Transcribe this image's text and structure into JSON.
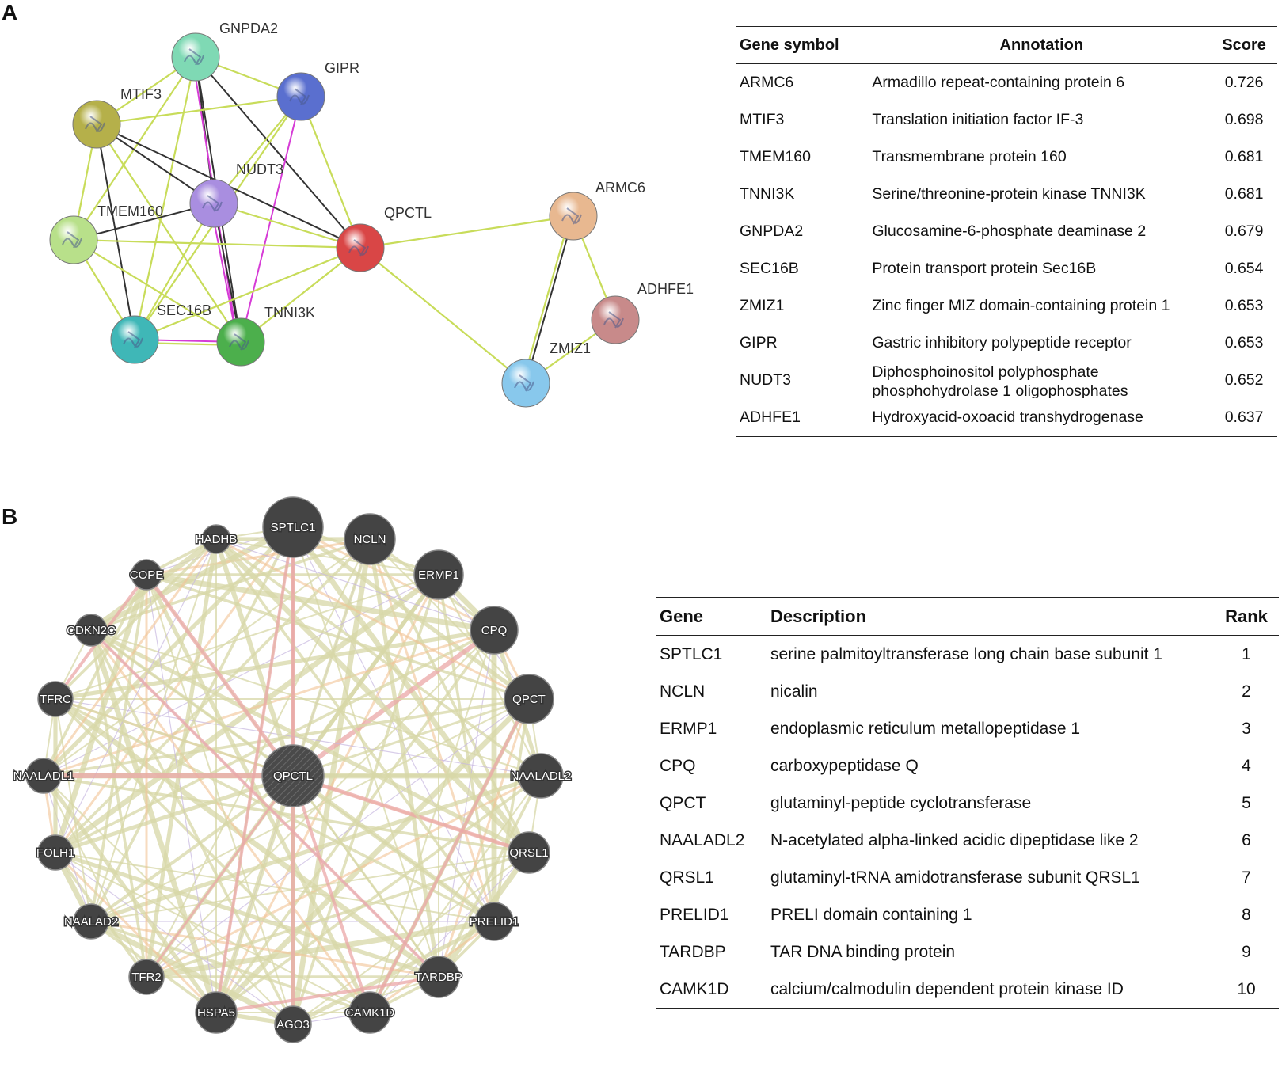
{
  "panel_a": {
    "label": "A",
    "nodes": [
      {
        "id": "GNPDA2",
        "label": "GNPDA2",
        "color": "#7fd9b4"
      },
      {
        "id": "GIPR",
        "label": "GIPR",
        "color": "#5a6fcf"
      },
      {
        "id": "MTIF3",
        "label": "MTIF3",
        "color": "#b5b04a"
      },
      {
        "id": "NUDT3",
        "label": "NUDT3",
        "color": "#a98ee0"
      },
      {
        "id": "TMEM160",
        "label": "TMEM160",
        "color": "#b8e08a"
      },
      {
        "id": "QPCTL",
        "label": "QPCTL",
        "color": "#d94646"
      },
      {
        "id": "SEC16B",
        "label": "SEC16B",
        "color": "#3fb7b7"
      },
      {
        "id": "TNNI3K",
        "label": "TNNI3K",
        "color": "#4caf4c"
      },
      {
        "id": "ARMC6",
        "label": "ARMC6",
        "color": "#e8b890"
      },
      {
        "id": "ADHFE1",
        "label": "ADHFE1",
        "color": "#c88a8a"
      },
      {
        "id": "ZMIZ1",
        "label": "ZMIZ1",
        "color": "#88c8ec"
      }
    ],
    "table": {
      "headers": [
        "Gene symbol",
        "Annotation",
        "Score"
      ],
      "rows": [
        {
          "gene": "ARMC6",
          "annotation": "Armadillo repeat-containing protein 6",
          "score": "0.726"
        },
        {
          "gene": "MTIF3",
          "annotation": "Translation initiation factor IF-3",
          "score": "0.698"
        },
        {
          "gene": "TMEM160",
          "annotation": "Transmembrane protein 160",
          "score": "0.681"
        },
        {
          "gene": "TNNI3K",
          "annotation": "Serine/threonine-protein kinase TNNI3K",
          "score": "0.681"
        },
        {
          "gene": "GNPDA2",
          "annotation": "Glucosamine-6-phosphate deaminase 2",
          "score": "0.679"
        },
        {
          "gene": "SEC16B",
          "annotation": "Protein transport protein Sec16B",
          "score": "0.654"
        },
        {
          "gene": "ZMIZ1",
          "annotation": "Zinc finger MIZ domain-containing protein 1",
          "score": "0.653"
        },
        {
          "gene": "GIPR",
          "annotation": "Gastric inhibitory polypeptide receptor",
          "score": "0.653"
        },
        {
          "gene": "NUDT3",
          "annotation": "Diphosphoinositol polyphosphate phosphohydrolase 1 oligophosphates",
          "score": "0.652"
        },
        {
          "gene": "ADHFE1",
          "annotation": "Hydroxyacid-oxoacid transhydrogenase",
          "score": "0.637"
        }
      ]
    }
  },
  "panel_b": {
    "label": "B",
    "center_node": "QPCTL",
    "nodes": [
      "SPTLC1",
      "NCLN",
      "ERMP1",
      "CPQ",
      "QPCT",
      "NAALADL2",
      "QRSL1",
      "PRELID1",
      "TARDBP",
      "CAMK1D",
      "AGO3",
      "HSPA5",
      "TFR2",
      "NAALAD2",
      "FOLH1",
      "NAALADL1",
      "TFRC",
      "CDKN2C",
      "COPE",
      "HADHB"
    ],
    "table": {
      "headers": [
        "Gene",
        "Description",
        "Rank"
      ],
      "rows": [
        {
          "gene": "SPTLC1",
          "description": "serine palmitoyltransferase long chain base subunit 1",
          "rank": "1"
        },
        {
          "gene": "NCLN",
          "description": "nicalin",
          "rank": "2"
        },
        {
          "gene": "ERMP1",
          "description": "endoplasmic reticulum metallopeptidase 1",
          "rank": "3"
        },
        {
          "gene": "CPQ",
          "description": "carboxypeptidase Q",
          "rank": "4"
        },
        {
          "gene": "QPCT",
          "description": "glutaminyl-peptide cyclotransferase",
          "rank": "5"
        },
        {
          "gene": "NAALADL2",
          "description": "N-acetylated alpha-linked acidic dipeptidase like 2",
          "rank": "6"
        },
        {
          "gene": "QRSL1",
          "description": "glutaminyl-tRNA amidotransferase subunit QRSL1",
          "rank": "7"
        },
        {
          "gene": "PRELID1",
          "description": "PRELI domain containing 1",
          "rank": "8"
        },
        {
          "gene": "TARDBP",
          "description": "TAR DNA binding protein",
          "rank": "9"
        },
        {
          "gene": "CAMK1D",
          "description": "calcium/calmodulin dependent protein kinase ID",
          "rank": "10"
        }
      ]
    }
  },
  "colors": {
    "string_edge_green": "#c8dc5a",
    "string_edge_black": "#333333",
    "string_edge_magenta": "#d63cd6",
    "genemania_node": "#444444",
    "genemania_edge_coexp": "#d8d8a8",
    "genemania_edge_pink": "#eba8a8",
    "genemania_edge_orange": "#f2c496",
    "genemania_edge_purple": "#c8b8e0"
  }
}
